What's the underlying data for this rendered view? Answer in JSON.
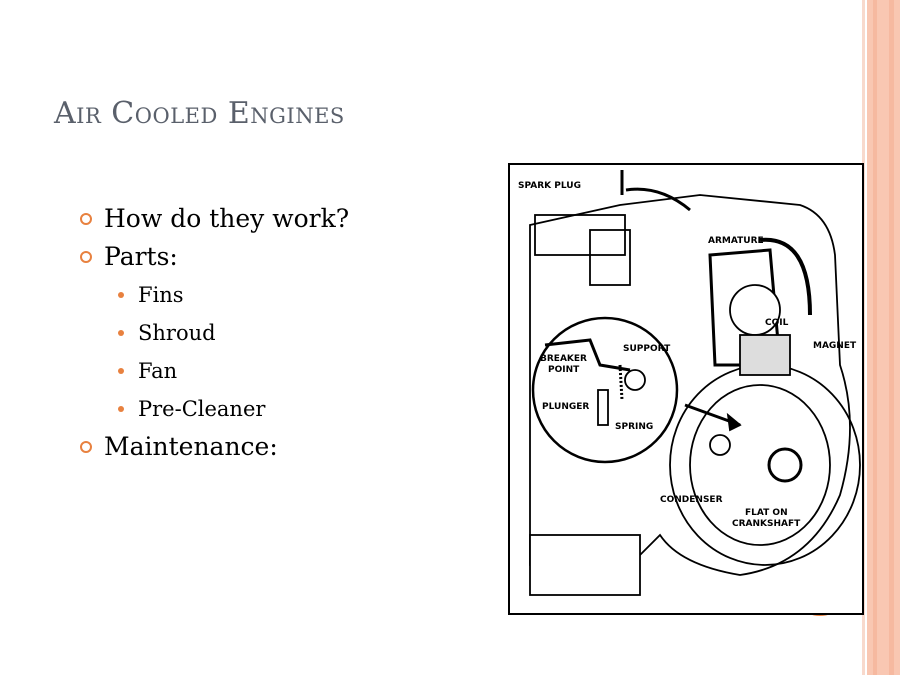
{
  "slide": {
    "title": "Air Cooled Engines",
    "bullets": [
      {
        "text": "How do they work?",
        "level": 1
      },
      {
        "text": "Parts:",
        "level": 1
      },
      {
        "text": "Fins",
        "level": 2
      },
      {
        "text": "Shroud",
        "level": 2
      },
      {
        "text": "Fan",
        "level": 2
      },
      {
        "text": "Pre-Cleaner",
        "level": 2
      },
      {
        "text": "Maintenance:",
        "level": 1
      }
    ],
    "accent_color": "#e8813f",
    "title_color": "#5a606b"
  },
  "figure": {
    "labels": {
      "spark_plug": "SPARK PLUG",
      "armature": "ARMATURE",
      "coil": "COIL",
      "magnet": "MAGNET",
      "support": "SUPPORT",
      "breaker": "BREAKER",
      "point": "POINT",
      "plunger": "PLUNGER",
      "spring": "SPRING",
      "condenser": "CONDENSER",
      "flat_on": "FLAT ON",
      "crankshaft": "CRANKSHAFT"
    }
  }
}
